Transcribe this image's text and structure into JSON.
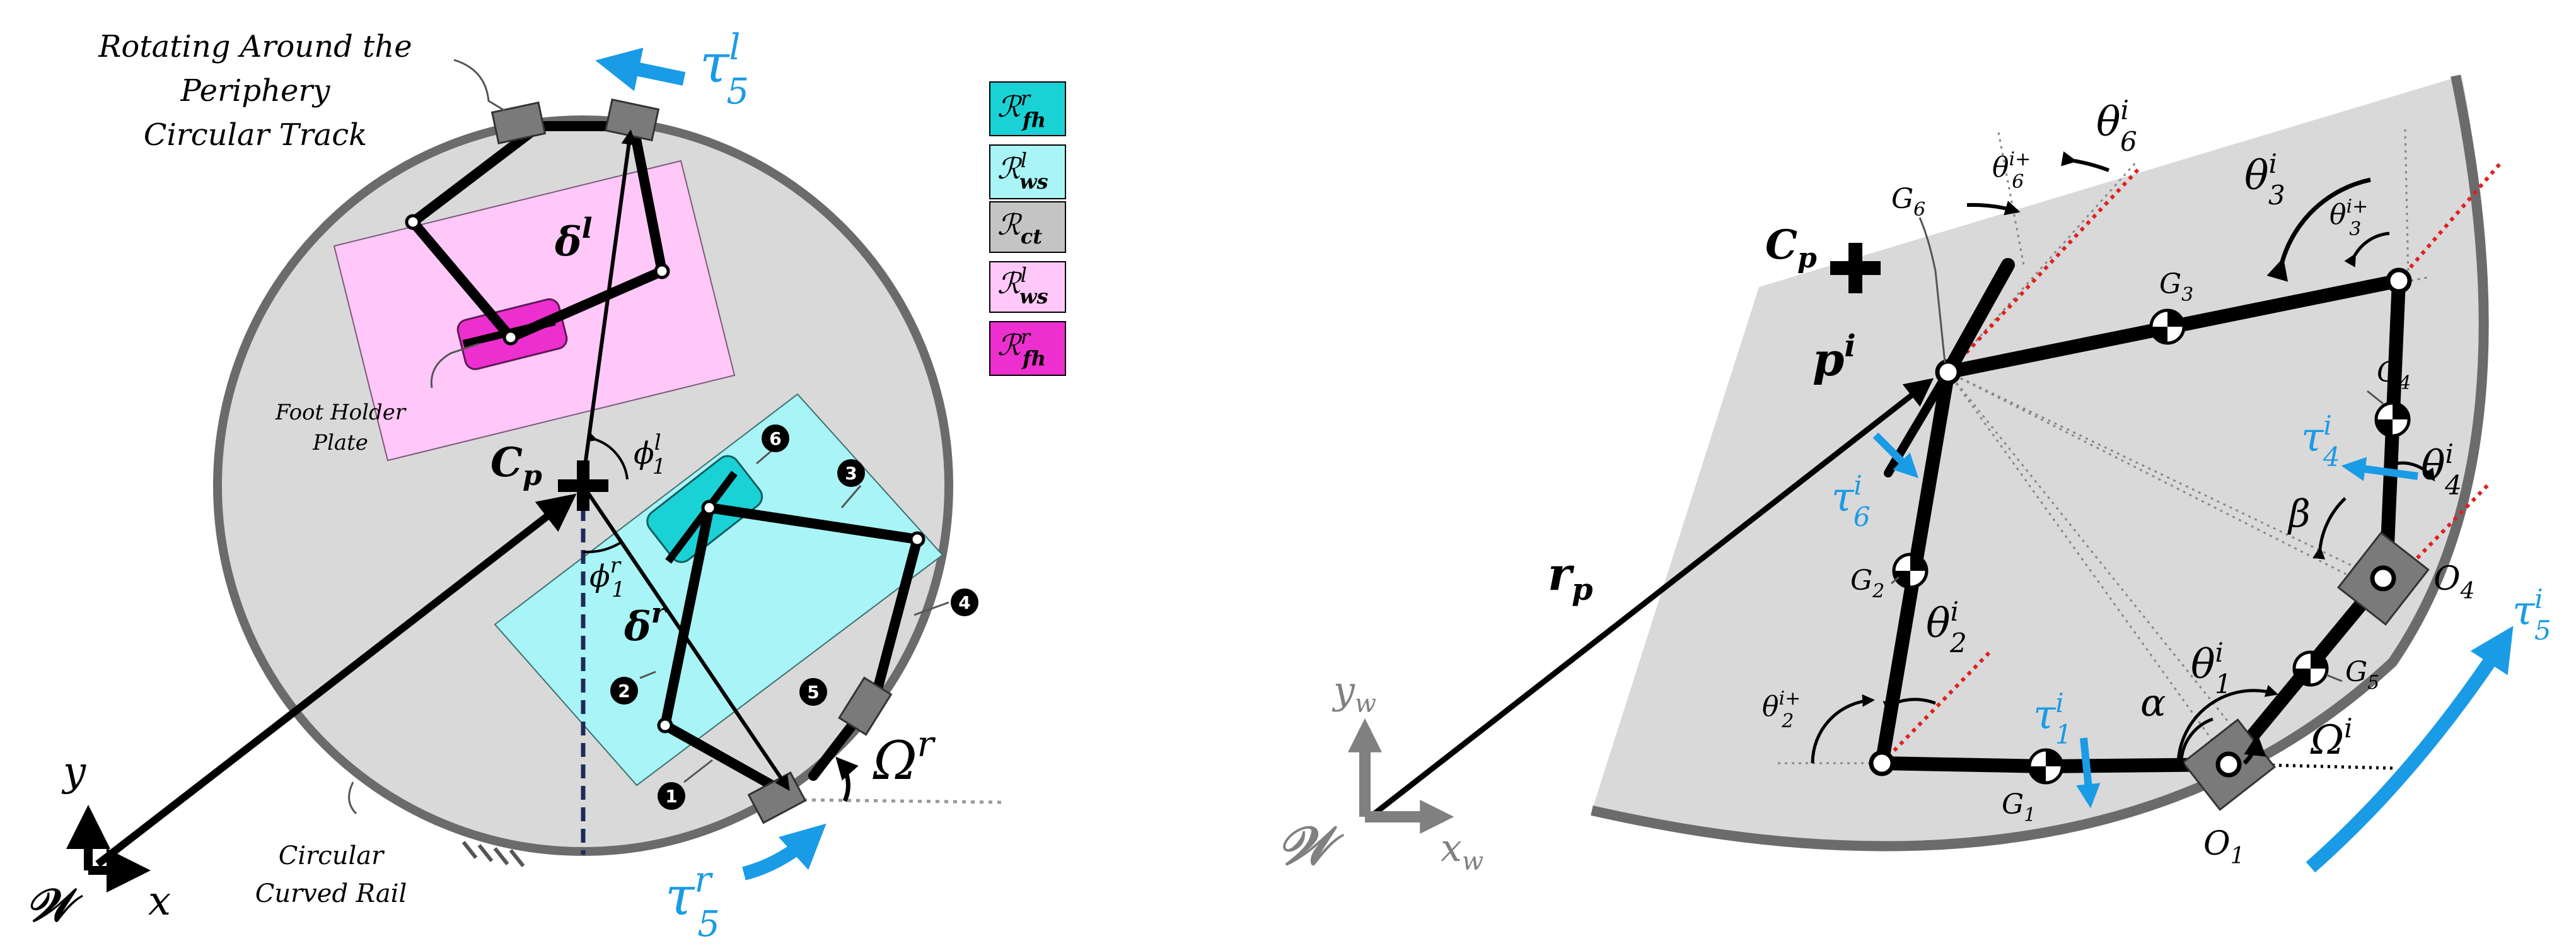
{
  "colors": {
    "disk_fill": "#d9d9d9",
    "disk_stroke": "#6b6b6b",
    "ws_left": "#ffc8f8",
    "ws_right": "#a8f4f6",
    "fh_left": "#ee2fcf",
    "fh_right": "#1ad2d6",
    "torque_blue": "#1a9be6",
    "ct_gray": "#c4c4c4",
    "red_dotted": "#e02020",
    "dark_navy": "#1e2b5a"
  },
  "left_panel": {
    "track_caption": [
      "Rotating Around the",
      "Periphery",
      "Circular Track"
    ],
    "foot_holder_caption": [
      "Foot Holder",
      "Plate"
    ],
    "rail_caption": [
      "Circular",
      "Curved Rail"
    ],
    "cp_label": "C",
    "cp_sub": "p",
    "delta_l": "δ",
    "delta_l_sup": "l",
    "delta_r": "δ",
    "delta_r_sup": "r",
    "phi_l": "ϕ",
    "phi_l_sub": "1",
    "phi_l_sup": "l",
    "phi_r": "ϕ",
    "phi_r_sub": "1",
    "phi_r_sup": "r",
    "tau_l": "τ",
    "tau_l_sub": "5",
    "tau_l_sup": "l",
    "tau_r": "τ",
    "tau_r_sub": "5",
    "tau_r_sup": "r",
    "omega_r": "Ω",
    "omega_r_sup": "r",
    "axis_y": "y",
    "axis_x": "x",
    "frame_w": "𝒲",
    "link_numbers": [
      "1",
      "2",
      "3",
      "4",
      "5",
      "6"
    ]
  },
  "legend": [
    {
      "sym": "ℛ",
      "sub": "fh",
      "sup": "r",
      "color": "#1ad2d6"
    },
    {
      "sym": "ℛ",
      "sub": "ws",
      "sup": "l",
      "color": "#a8f4f6"
    },
    {
      "sym": "ℛ",
      "sub": "ct",
      "sup": "",
      "color": "#c4c4c4"
    },
    {
      "sym": "ℛ",
      "sub": "ws",
      "sup": "l",
      "color": "#ffc8f8"
    },
    {
      "sym": "ℛ",
      "sub": "fh",
      "sup": "r",
      "color": "#ee2fcf"
    }
  ],
  "right_panel": {
    "cp_label": "C",
    "cp_sub": "p",
    "p_label": "p",
    "p_sup": "i",
    "rp_label": "r",
    "rp_sub": "p",
    "frame_w": "𝒲",
    "axis_y": "y",
    "axis_y_sub": "w",
    "axis_x": "x",
    "axis_x_sub": "w",
    "g_labels": [
      {
        "txt": "G",
        "sub": "1"
      },
      {
        "txt": "G",
        "sub": "2"
      },
      {
        "txt": "G",
        "sub": "3"
      },
      {
        "txt": "G",
        "sub": "4"
      },
      {
        "txt": "G",
        "sub": "5"
      },
      {
        "txt": "G",
        "sub": "6"
      }
    ],
    "o1": "O",
    "o1_sub": "1",
    "o4": "O",
    "o4_sub": "4",
    "theta_sym": "θ",
    "theta_labels": [
      {
        "sub": "1",
        "sup": "i"
      },
      {
        "sub": "2",
        "sup": "i"
      },
      {
        "sub": "2",
        "sup": "i+"
      },
      {
        "sub": "3",
        "sup": "i"
      },
      {
        "sub": "3",
        "sup": "i+"
      },
      {
        "sub": "4",
        "sup": "i"
      },
      {
        "sub": "6",
        "sup": "i"
      },
      {
        "sub": "6",
        "sup": "i+"
      }
    ],
    "alpha": "α",
    "beta": "β",
    "omega": "Ω",
    "omega_sup": "i",
    "tau_sym": "τ",
    "tau_labels": [
      {
        "sub": "1",
        "sup": "i"
      },
      {
        "sub": "4",
        "sup": "i"
      },
      {
        "sub": "5",
        "sup": "i"
      },
      {
        "sub": "6",
        "sup": "i"
      }
    ]
  }
}
